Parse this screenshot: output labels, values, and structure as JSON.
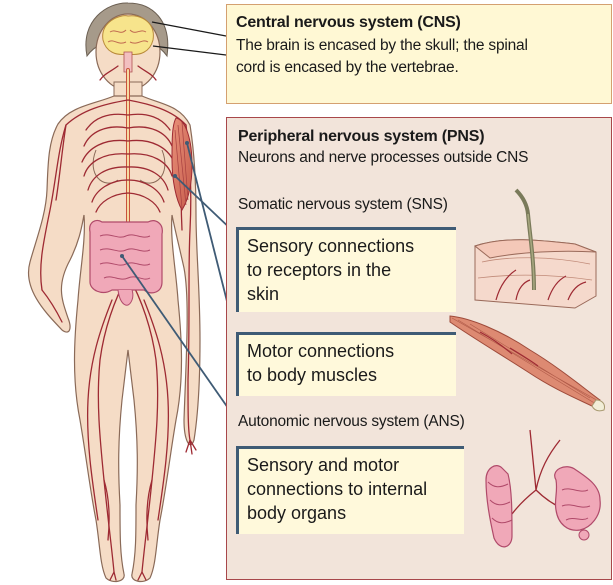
{
  "cns": {
    "title": "Central nervous system (CNS)",
    "description_lines": [
      "The brain is encased by the skull; the spinal",
      "cord is encased by the vertebrae."
    ]
  },
  "pns": {
    "title": "Peripheral nervous system (PNS)",
    "subtitle": "Neurons and nerve processes outside CNS",
    "somatic": {
      "label": "Somatic nervous system (SNS)",
      "sensory_lines": [
        "Sensory connections",
        "to receptors in the",
        "skin"
      ],
      "motor_lines": [
        "Motor connections",
        "to body muscles"
      ]
    },
    "autonomic": {
      "label": "Autonomic nervous system (ANS)",
      "organ_lines": [
        "Sensory and motor",
        "connections to internal",
        "body organs"
      ]
    }
  },
  "colors": {
    "cns_box_fill": "#fff8d4",
    "pns_box_fill": "#f2e4da",
    "pns_box_border": "#a8474a",
    "connector_line": "#3f5b75",
    "nerve": "#9e2a33",
    "skin": "#f5dcc6",
    "intestine": "#f0a8b8"
  }
}
